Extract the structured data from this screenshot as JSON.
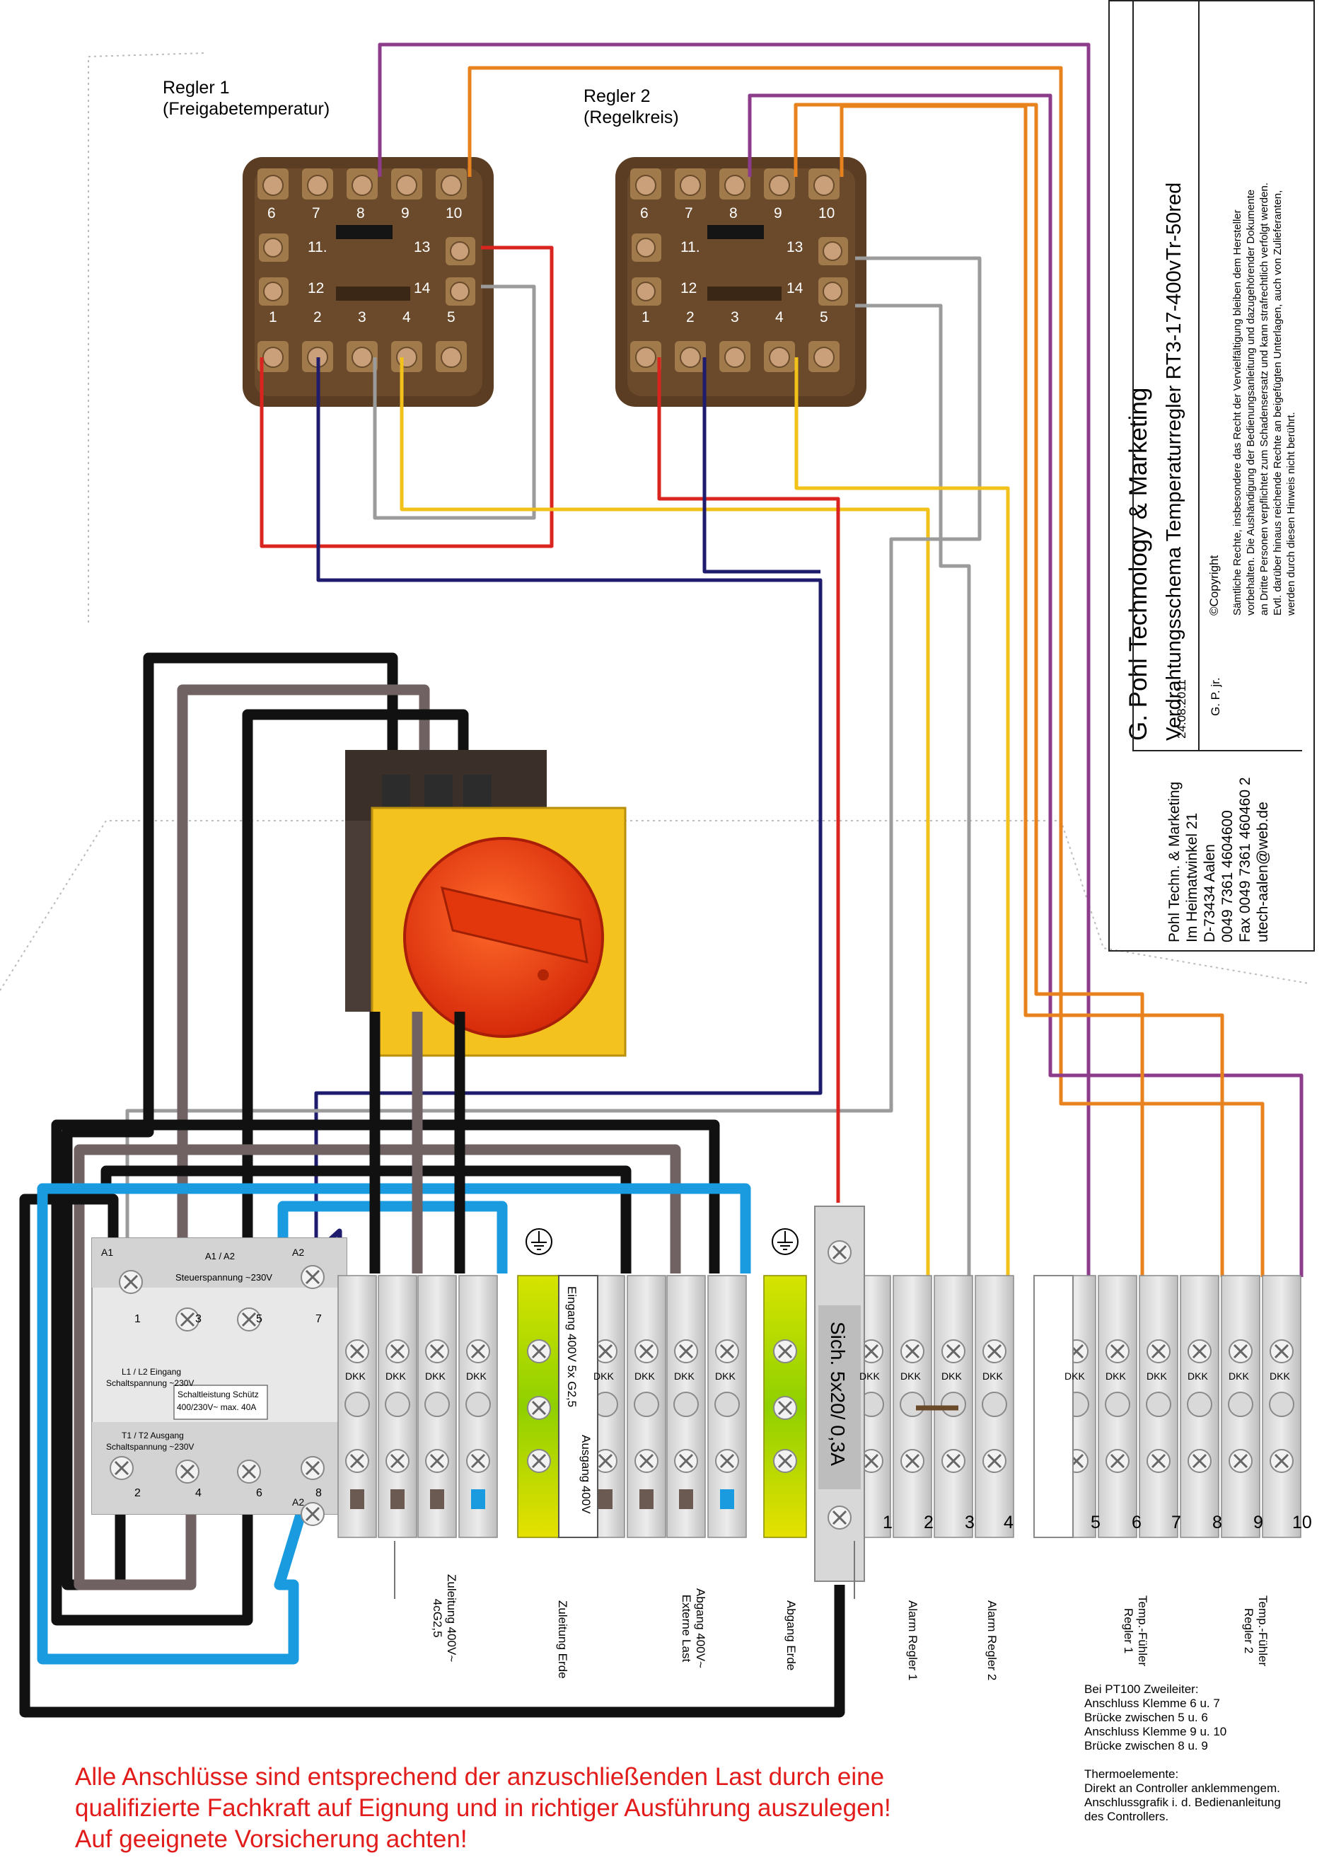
{
  "title_block": {
    "company": "G. Pohl Technology & Marketing",
    "title": "Verdrahtungsschema Temperaturregler RT3-17-400vTr-50red",
    "date": "24.08.2011",
    "author": "G. P. jr.",
    "copyright_label": "©Copyright",
    "copyright_text": [
      "Sämtliche Rechte, insbesondere das Recht der Vervielfältigung bleiben dem Hersteller",
      "vorbehalten. Die Aushändigung der Bedienungsanleitung und dazugehörender Dokumente",
      "an Dritte Personen verpflichtet zum Schadensersatz und kann strafrechtlich verfolgt werden.",
      "Evtl. darüber hinaus reichende Rechte an beigefügten Unterlagen, auch von Zulieferanten,",
      "werden durch diesen Hinweis nicht berührt."
    ],
    "address": [
      "Pohl Techn. & Marketing",
      "Im Heimatwinkel 21",
      "D-73434 Aalen",
      "0049 7361 4604600",
      "Fax 0049 7361 460460 2",
      "utech-aalen@web.de"
    ]
  },
  "regler1": {
    "label": "Regler 1",
    "sub": "(Freigabetemperatur)"
  },
  "regler2": {
    "label": "Regler 2",
    "sub": "(Regelkreis)"
  },
  "socket_numbers": {
    "top": [
      "6",
      "7",
      "8",
      "9",
      "10"
    ],
    "mid_left": [
      "11.",
      "12"
    ],
    "mid_right": [
      "13",
      "14"
    ],
    "bottom": [
      "1",
      "2",
      "3",
      "4",
      "5"
    ]
  },
  "contactor": {
    "top_left": "A1",
    "a1a2": "A1 / A2",
    "steuer": "Steuerspannung ~230V",
    "a2_top": "A2",
    "top_terms": [
      "1",
      "3",
      "5",
      "7"
    ],
    "input_label": "L1 / L2 Eingang",
    "input_volt": "Schaltspannung ~230V",
    "rating_1": "Schaltleistung Schütz",
    "rating_2": "400/230V~ max. 40A",
    "output_label": "T1 / T2 Ausgang",
    "output_volt": "Schaltspannung ~230V",
    "bottom_terms": [
      "2",
      "4",
      "6",
      "8"
    ],
    "a2_bottom": "A2"
  },
  "terminal_label": "DKK",
  "terminal_numbers": [
    "1",
    "2",
    "3",
    "4",
    "5",
    "6",
    "7",
    "8",
    "9",
    "10"
  ],
  "eingang_label": "Eingang 400V 5x G2,5",
  "ausgang_label": "Ausgang 400V",
  "fuse_label": "Sich. 5x20/ 0,3A",
  "bottom_labels": {
    "zuleitung": "Zuleitung 400V~\n4cG2,5",
    "zuleitung_erde": "Zuleitung Erde",
    "abgang": "Abgang 400V~\nExterne Last",
    "abgang_erde": "Abgang Erde",
    "alarm1": "Alarm Regler 1",
    "alarm2": "Alarm Regler 2",
    "fuehler1": "Temp.-Fühler\nRegler 1",
    "fuehler2": "Temp.-Fühler\nRegler 2"
  },
  "notes": "Bei PT100 Zweileiter:\nAnschluss Klemme 6 u. 7\nBrücke zwischen 5 u. 6\nAnschluss Klemme 9 u. 10\nBrücke zwischen 8 u. 9\n\nThermoelemente:\nDirekt an Controller anklemmengem.\nAnschlussgrafik i. d. Bedienanleitung\ndes Controllers.",
  "warning": [
    "Alle Anschlüsse sind entsprechend der anzuschließenden Last durch eine",
    "qualifizierte Fachkraft auf Eignung und in richtiger Ausführung auszulegen!",
    "Auf geeignete Vorsicherung achten!"
  ],
  "colors": {
    "purple": "#8d3c8c",
    "orange": "#e8821e",
    "red": "#d9241f",
    "navy": "#1f1c6e",
    "grey": "#9b9b9b",
    "yellow": "#f2c21a",
    "black": "#111111",
    "brown": "#706262",
    "blue": "#1a9be0",
    "warning": "#e21b1b"
  }
}
